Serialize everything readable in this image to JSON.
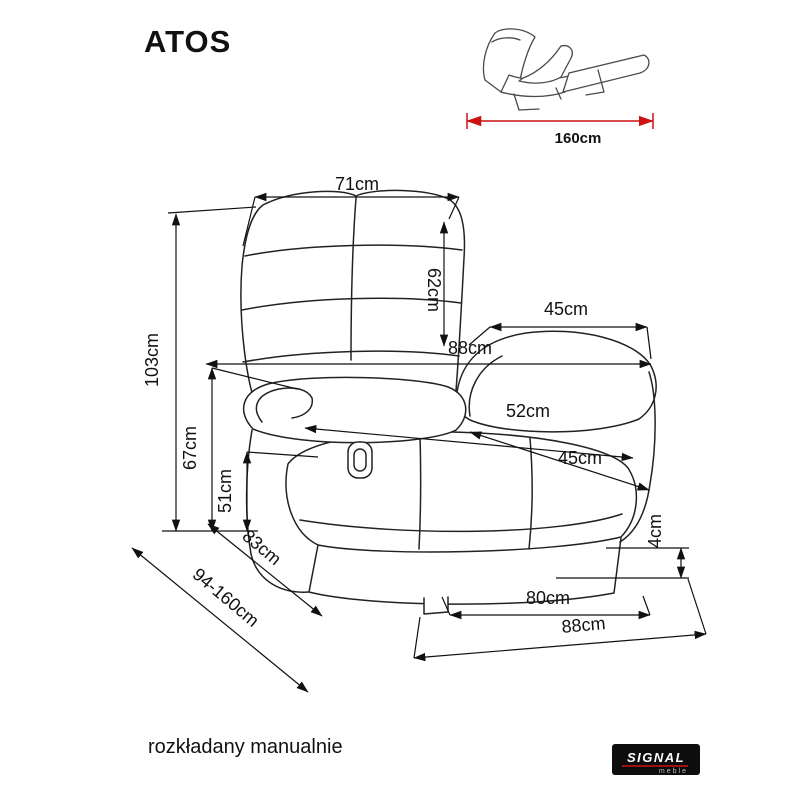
{
  "title": "ATOS",
  "reclined_view": {
    "length": "160cm"
  },
  "dims": {
    "top_width": "71cm",
    "backrest_height": "62cm",
    "armrest_length": "45cm",
    "overall_width": "88cm",
    "total_height": "103cm",
    "armrest_height": "67cm",
    "seat_width": "52cm",
    "seat_depth": "45cm",
    "seat_height": "51cm",
    "foot_height": "4cm",
    "depth": "83cm",
    "depth_range": "94-160cm",
    "base_width": "80cm",
    "bottom_width": "88cm"
  },
  "footer": {
    "note": "rozkładany manualnie"
  },
  "logo": {
    "brand": "SIGNAL",
    "sub": "meble"
  },
  "colors": {
    "line": "#111111",
    "red_arrow": "#cc1111",
    "red_label": "#7d1d1d"
  }
}
